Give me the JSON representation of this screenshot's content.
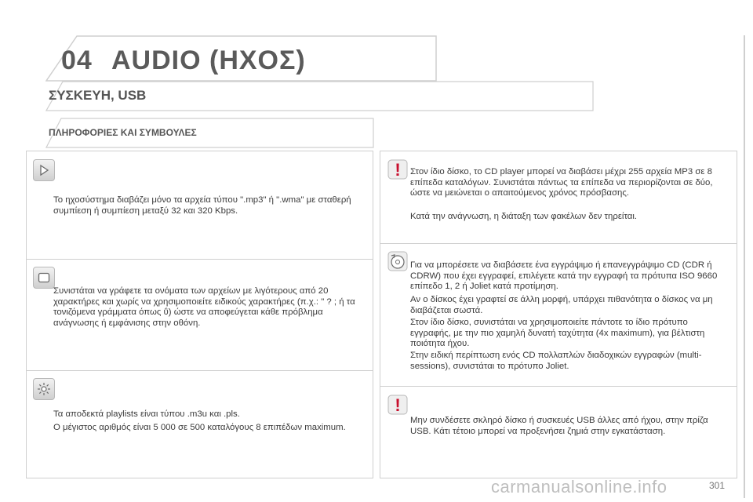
{
  "header": {
    "chapter_number": "04",
    "chapter_title": "AUDIO (ΗΧΟΣ)"
  },
  "section_title": "ΣΥΣΚΕΥΗ, USB",
  "subsection_title": "ΠΛΗΡΟΦΟΡΙΕΣ ΚΑΙ ΣΥΜΒΟΥΛΕΣ",
  "left_column": [
    {
      "icon": "play-triangle-icon",
      "paragraphs": [
        "Το ηχοσύστημα διαβάζει μόνο τα αρχεία τύπου \".mp3\" ή \".wma\" με σταθερή συμπίεση ή συμπίεση μεταξύ 32 και 320 Kbps."
      ]
    },
    {
      "icon": "screen-icon",
      "paragraphs": [
        "Συνιστάται να γράφετε τα ονόματα των αρχείων με λιγότερους από 20 χαρακτήρες και χωρίς να χρησιμοποιείτε ειδικούς χαρακτήρες (π.χ.: \" ? ; ή τα τονιζόμενα γράμματα όπως ΰ) ώστε να αποφεύγεται κάθε πρόβλημα ανάγνωσης ή εμφάνισης στην οθόνη."
      ]
    },
    {
      "icon": "lightbulb-icon",
      "paragraphs": [
        "Τα αποδεκτά playlists είναι τύπου .m3u και .pls.",
        "Ο μέγιστος αριθμός είναι 5 000 σε 500 καταλόγους 8 επιπέδων maximum."
      ]
    }
  ],
  "right_column": [
    {
      "icon": "warning-exclamation-icon",
      "paragraphs": [
        "Στον ίδιο δίσκο, το CD player μπορεί να διαβάσει μέχρι 255 αρχεία MP3 σε 8 επίπεδα καταλόγων. Συνιστάται πάντως τα επίπεδα να περιορίζονται σε δύο, ώστε να μειώνεται ο απαιτούμενος χρόνος πρόσβασης.",
        "Κατά την ανάγνωση, η διάταξη των φακέλων δεν τηρείται."
      ]
    },
    {
      "icon": "cd-disc-icon",
      "paragraphs": [
        "Για να μπορέσετε να διαβάσετε ένα εγγράψιμο ή επανεγγράψιμο CD (CDR ή CDRW) που έχει εγγραφεί, επιλέγετε κατά την εγγραφή τα πρότυπα ISO 9660 επίπεδο 1, 2 ή Joliet κατά προτίμηση.",
        "Αν ο δίσκος έχει γραφτεί σε άλλη μορφή, υπάρχει πιθανότητα ο δίσκος να μη διαβάζεται σωστά.",
        "Στον ίδιο δίσκο, συνιστάται να χρησιμοποιείτε πάντοτε το ίδιο πρότυπο εγγραφής, με την πιο χαμηλή δυνατή ταχύτητα (4x maximum), για βέλτιστη ποιότητα ήχου.",
        "Στην ειδική περίπτωση ενός CD πολλαπλών διαδοχικών εγγραφών (multi-sessions), συνιστάται το πρότυπο Joliet."
      ]
    },
    {
      "icon": "warning-exclamation-icon",
      "paragraphs": [
        "Μην συνδέσετε σκληρό δίσκο ή συσκευές USB άλλες από ήχου, στην πρίζα USB. Κάτι τέτοιο μπορεί να προξενήσει ζημιά στην εγκατάσταση."
      ]
    }
  ],
  "footer": {
    "page_number": "301",
    "watermark": "carmanualsonline.info"
  },
  "colors": {
    "warning_red": "#c8102e",
    "border_grey": "#cfcfcf",
    "text": "#3a3a3a"
  }
}
